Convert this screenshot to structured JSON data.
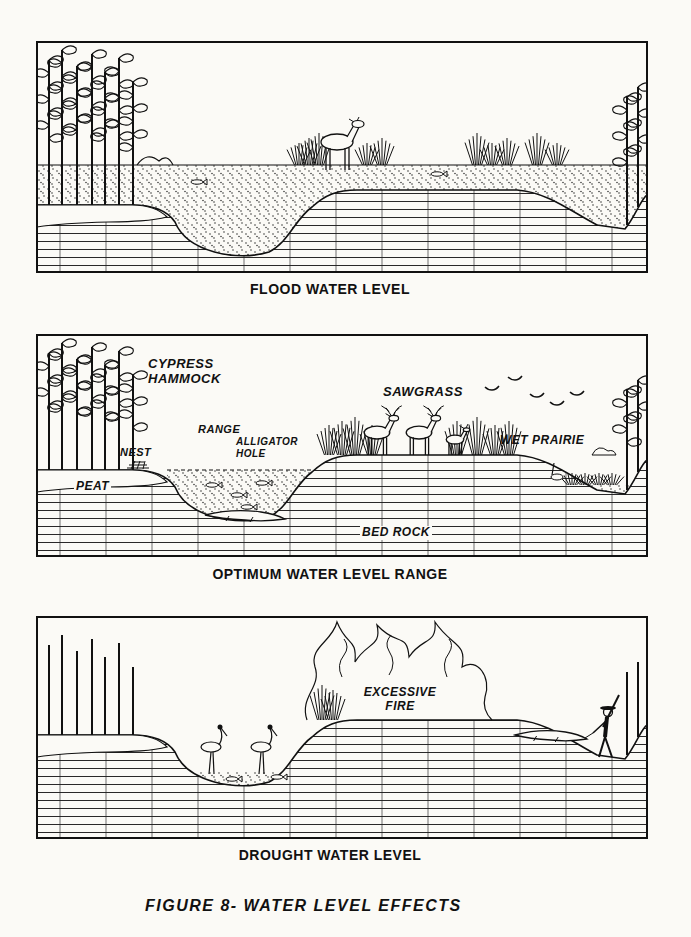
{
  "diagram": {
    "caption": "FIGURE 8- WATER LEVEL EFFECTS",
    "labels": [
      "FLOOD WATER LEVEL",
      "CYPRESS HAMMOCK",
      "SAWGRASS",
      "RANGE",
      "NEST",
      "ALLIGATOR HOLE",
      "WET PRAIRIE",
      "PEAT",
      "BED ROCK",
      "OPTIMUM WATER LEVEL RANGE",
      "EXCESSIVE FIRE",
      "DROUGHT WATER LEVEL"
    ]
  }
}
